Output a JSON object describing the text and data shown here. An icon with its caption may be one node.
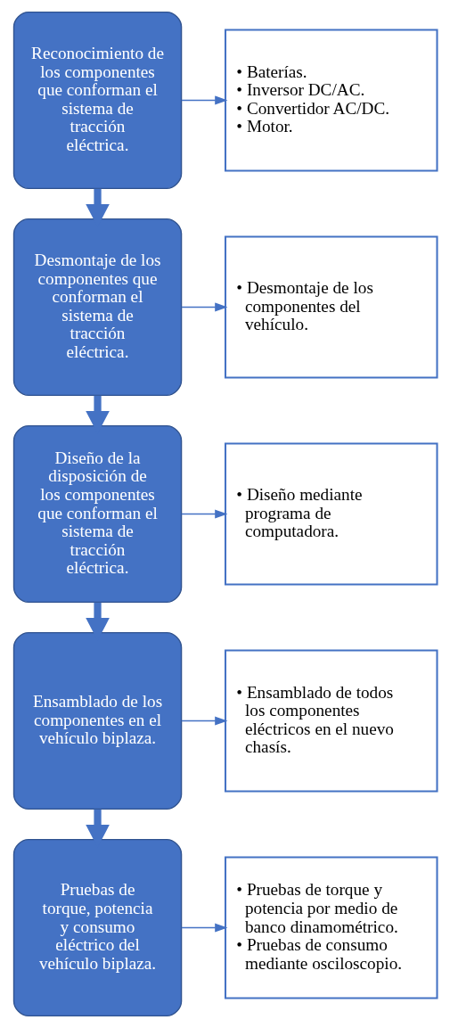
{
  "diagram": {
    "nodes": [
      {
        "text": [
          "Reconocimiento de los componentes que conforman el sistema de tracción eléctrica."
        ]
      },
      {
        "text": [
          "• Baterías.",
          "• Inversor DC/AC.",
          "• Convertidor AC/DC.",
          "• Motor."
        ]
      },
      {
        "text": [
          "Desmontaje de los componentes que conforman el sistema de tracción eléctrica."
        ]
      },
      {
        "text": [
          "• Desmontaje de los componentes del vehículo."
        ]
      },
      {
        "text": [
          "Diseño de la disposición de los componentes que conforman el sistema de tracción eléctrica."
        ]
      },
      {
        "text": [
          "• Diseño mediante programa de computadora."
        ]
      },
      {
        "text": [
          "Ensamblado de los componentes en el vehículo biplaza."
        ]
      },
      {
        "text": [
          "• Ensamblado de todos los componentes eléctricos en el nuevo chasís."
        ]
      },
      {
        "text": [
          "Pruebas de torque, potencia y consumo eléctrico del vehículo biplaza."
        ]
      },
      {
        "text": [
          "• Pruebas de torque y potencia por medio de banco dinamométrico.",
          "• Pruebas de consumo mediante osciloscopio."
        ]
      }
    ],
    "edges": [
      {
        "from": 0,
        "to": 1,
        "arrow": "to"
      },
      {
        "from": 0,
        "to": 2,
        "arrow": "to",
        "style": "thick"
      },
      {
        "from": 2,
        "to": 3,
        "arrow": "to"
      },
      {
        "from": 2,
        "to": 4,
        "arrow": "to",
        "style": "thick"
      },
      {
        "from": 4,
        "to": 5,
        "arrow": "to"
      },
      {
        "from": 4,
        "to": 6,
        "arrow": "to",
        "style": "thick"
      },
      {
        "from": 6,
        "to": 7,
        "arrow": "to"
      },
      {
        "from": 6,
        "to": 8,
        "arrow": "to",
        "style": "thick"
      },
      {
        "from": 8,
        "to": 9,
        "arrow": "to"
      }
    ]
  }
}
